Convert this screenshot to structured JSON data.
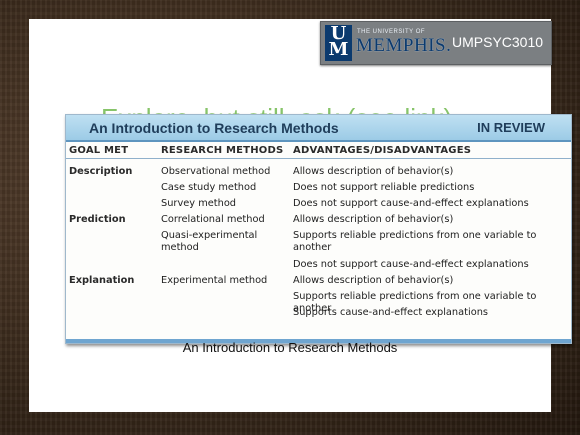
{
  "brand": {
    "logo_top": "U",
    "logo_bottom": "M",
    "university_sub": "THE UNIVERSITY OF",
    "university_main": "MEMPHIS.",
    "course": "UMPSYC3010"
  },
  "slide": {
    "ghost_title": "Explore, but still, ask (see link)",
    "caption": "An Introduction to Research Methods"
  },
  "table": {
    "title": "An Introduction to Research Methods",
    "tag": "IN REVIEW",
    "columns": [
      "GOAL MET",
      "RESEARCH METHODS",
      "ADVANTAGES/DISADVANTAGES"
    ],
    "rows": [
      {
        "goal": "Description",
        "method": "Observational method",
        "adv": "Allows description of behavior(s)"
      },
      {
        "goal": "",
        "method": "Case study method",
        "adv": "Does not support reliable predictions"
      },
      {
        "goal": "",
        "method": "Survey method",
        "adv": "Does not support cause-and-effect explanations"
      },
      {
        "goal": "Prediction",
        "method": "Correlational method",
        "adv": "Allows description of behavior(s)"
      },
      {
        "goal": "",
        "method": "Quasi-experimental",
        "method2": "method",
        "adv": "Supports reliable predictions from one variable to another"
      },
      {
        "goal": "",
        "method": "",
        "adv": "Does not support cause-and-effect explanations"
      },
      {
        "goal": "Explanation",
        "method": "Experimental method",
        "adv": "Allows description of behavior(s)"
      },
      {
        "goal": "",
        "method": "",
        "adv": "Supports reliable predictions from one variable to another"
      },
      {
        "goal": "",
        "method": "",
        "adv": "Supports cause-and-effect explanations"
      }
    ]
  }
}
